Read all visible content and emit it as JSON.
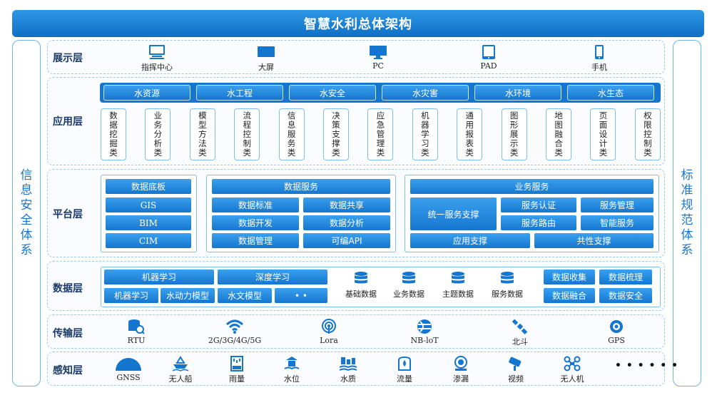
{
  "title": "智慧水利总体架构",
  "left_side": "信息安全体系",
  "right_side": "标准规范体系",
  "display_layer": {
    "label": "展示层",
    "items": [
      "指挥中心",
      "大屏",
      "PC",
      "PAD",
      "手机"
    ]
  },
  "app_layer": {
    "label": "应用层",
    "tabs": [
      "水资源",
      "水工程",
      "水安全",
      "水灾害",
      "水环境",
      "水生态"
    ],
    "cards": [
      "数据挖掘类",
      "业务分析类",
      "模型方法类",
      "流程控制类",
      "信息服务类",
      "决策支撑类",
      "应急管理类",
      "机器学习类",
      "通用报表类",
      "图形展示类",
      "地图融合类",
      "页面设计类",
      "权限控制类"
    ]
  },
  "platform_layer": {
    "label": "平台层",
    "base": {
      "title": "数据底板",
      "items": [
        "GIS",
        "BIM",
        "CIM"
      ]
    },
    "data_service": {
      "title": "数据服务",
      "items": [
        "数据标准",
        "数据共享",
        "数据开发",
        "数据分析",
        "数据管理",
        "可编API"
      ]
    },
    "biz_service": {
      "title": "业务服务",
      "unified": "统一服务支撑",
      "items": [
        "服务认证",
        "服务管理",
        "服务路由",
        "智能服务"
      ],
      "bottom": [
        "应用支撑",
        "共性支撑"
      ]
    }
  },
  "data_layer": {
    "label": "数据层",
    "ml": "机器学习",
    "dl": "深度学习",
    "subs": [
      "机器学习",
      "水动力模型",
      "水文模型",
      "• •"
    ],
    "dbs": [
      "基础数据",
      "业务数据",
      "主题数据",
      "服务数据"
    ],
    "ops": [
      "数据收集",
      "数据梳理",
      "数据融合",
      "数据安全"
    ]
  },
  "transfer_layer": {
    "label": "传输层",
    "items": [
      "RTU",
      "2G/3G/4G/5G",
      "Lora",
      "NB-loT",
      "北斗",
      "GPS"
    ]
  },
  "sense_layer": {
    "label": "感知层",
    "items": [
      "GNSS",
      "无人船",
      "雨量",
      "水位",
      "水质",
      "流量",
      "渗漏",
      "视频",
      "无人机"
    ],
    "more": "• • • • • •"
  },
  "colors": {
    "primary": "#1576cf",
    "border": "#7dbff0"
  }
}
